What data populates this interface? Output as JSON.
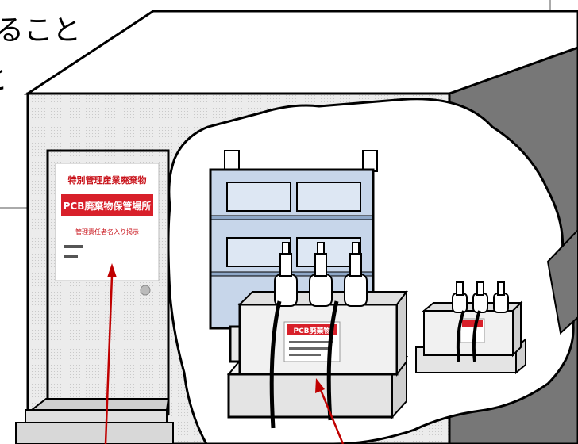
{
  "caption": {
    "line1": "ること",
    "line2": "と"
  },
  "storage_notice": {
    "line1": "特別管理産業廃棄物",
    "banner": "PCB廃棄物保管場所",
    "line3": "管理責任者名入り掲示"
  },
  "equipment_label": "PCB廃棄物",
  "colors": {
    "wall_gray": "#e9e9e9",
    "dark_side": "#777777",
    "pcb_red": "#d8202a",
    "cabinet_blue": "#c7d6ea",
    "arrow_red": "#c00000"
  }
}
